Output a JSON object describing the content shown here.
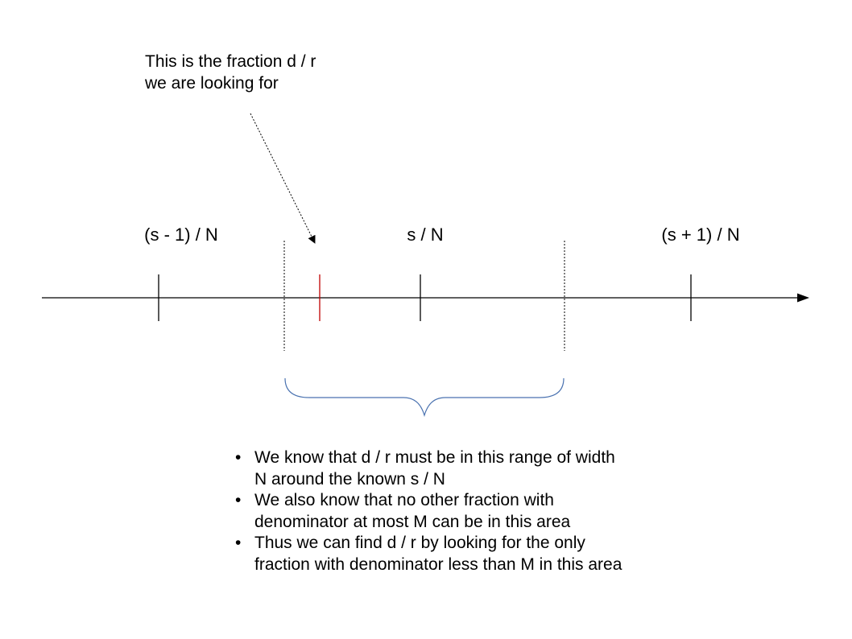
{
  "callout": {
    "line1": "This is the fraction d / r",
    "line2": "we are looking for"
  },
  "ticks": {
    "left": "(s - 1) / N",
    "center": "s / N",
    "right": "(s + 1) / N"
  },
  "notes": [
    {
      "text": "We know that d / r must be in this range of width N around the known s / N"
    },
    {
      "text": "We also know that no other fraction with denominator at most M can be in this area"
    },
    {
      "text": "Thus we can find d / r by looking for the only fraction with denominator less than M in this area"
    }
  ],
  "colors": {
    "axis": "#000000",
    "target_tick": "#c00000",
    "brace": "#4a72b0"
  }
}
